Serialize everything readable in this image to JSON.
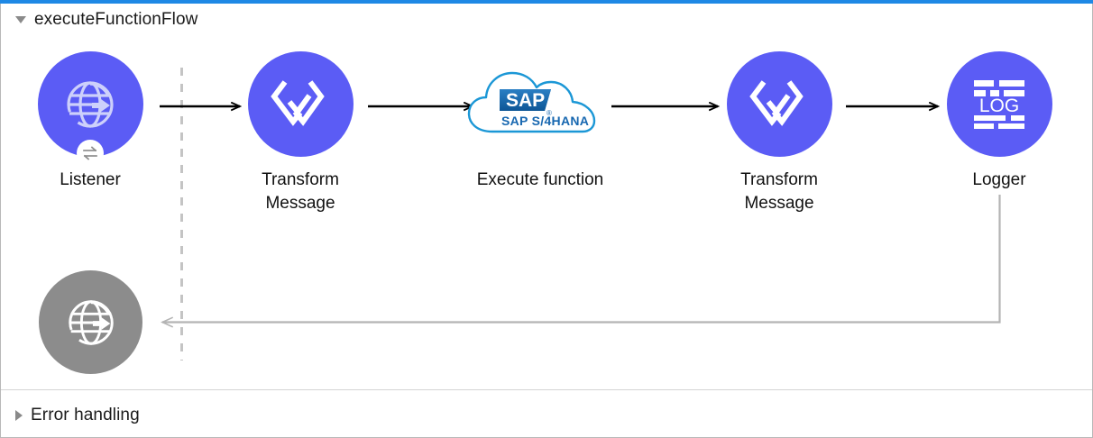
{
  "window": {
    "accent_color": "#1e88e5",
    "border_color": "#b8b8b8",
    "background": "#ffffff"
  },
  "sections": [
    {
      "id": "execute-function-flow",
      "title": "executeFunctionFlow",
      "expanded": true,
      "caret": "caret-down-icon"
    },
    {
      "id": "error-handling",
      "title": "Error handling",
      "expanded": false,
      "caret": "caret-right-icon"
    }
  ],
  "flow": {
    "nodes": [
      {
        "id": "listener",
        "label": "Listener",
        "icon": "globe-arrow-icon",
        "badge": "sync-arrows-icon",
        "color": "#5b5cf5",
        "state": "active"
      },
      {
        "id": "transform-message-1",
        "label": "Transform\nMessage",
        "icon": "transform-message-icon",
        "color": "#5b5cf5",
        "state": "active"
      },
      {
        "id": "execute-function",
        "label": "Execute function",
        "icon": "sap-s4hana-cloud-icon",
        "color": "#1b97d6",
        "state": "active"
      },
      {
        "id": "transform-message-2",
        "label": "Transform\nMessage",
        "icon": "transform-message-icon",
        "color": "#5b5cf5",
        "state": "active"
      },
      {
        "id": "logger",
        "label": "Logger",
        "icon": "log-icon",
        "color": "#5b5cf5",
        "state": "active"
      },
      {
        "id": "listener-response",
        "label": "",
        "icon": "globe-arrow-icon",
        "color": "#8c8c8c",
        "state": "disabled"
      }
    ],
    "sap_logo": {
      "badge_text": "SAP",
      "product_text": "SAP  S/4HANA",
      "registered_mark": "®",
      "cloud_color": "#1b97d6",
      "badge_color": "#1767b0"
    },
    "logger_icon_text": "LOG",
    "edges": [
      {
        "from": "listener",
        "to": "transform-message-1",
        "style": "solid",
        "color": "#000000"
      },
      {
        "from": "transform-message-1",
        "to": "execute-function",
        "style": "solid",
        "color": "#000000"
      },
      {
        "from": "execute-function",
        "to": "transform-message-2",
        "style": "solid",
        "color": "#000000"
      },
      {
        "from": "transform-message-2",
        "to": "logger",
        "style": "solid",
        "color": "#000000"
      },
      {
        "from": "logger",
        "to": "listener-response",
        "style": "solid",
        "color": "#b4b4b4"
      }
    ],
    "boundary_line": {
      "style": "dashed",
      "color": "#c4c4c4",
      "orientation": "vertical"
    }
  }
}
